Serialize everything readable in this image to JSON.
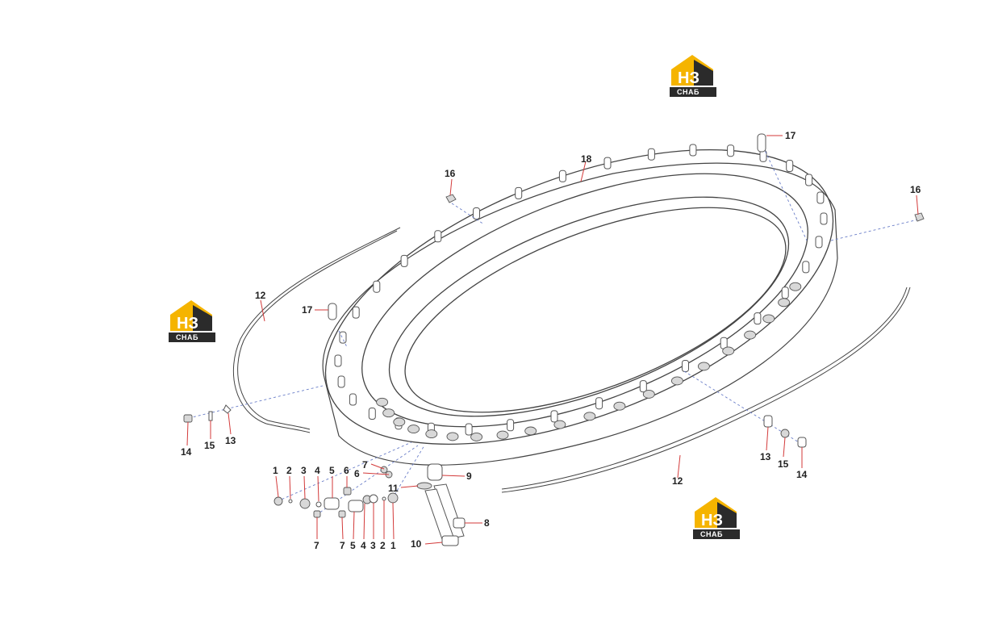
{
  "logo": {
    "mark": "НЗ",
    "word": "СНАБ",
    "brand_yellow": "#f5b400",
    "brand_dark": "#2b2b2b"
  },
  "callouts": {
    "c18": "18",
    "c16a": "16",
    "c16b": "16",
    "c17a": "17",
    "c17b": "17",
    "c12a": "12",
    "c12b": "12",
    "c14a": "14",
    "c15a": "15",
    "c13a": "13",
    "c13b": "13",
    "c15b": "15",
    "c14b": "14",
    "c7a": "7",
    "c6a": "6",
    "c9": "9",
    "c11": "11",
    "c8": "8",
    "c10": "10",
    "t1": "1",
    "t2": "2",
    "t3": "3",
    "t4": "4",
    "t5": "5",
    "t6": "6",
    "b7a": "7",
    "b7b": "7",
    "b5": "5",
    "b4": "4",
    "b3": "3",
    "b2": "2",
    "b1": "1"
  },
  "icons": [
    "logo-house-icon"
  ]
}
